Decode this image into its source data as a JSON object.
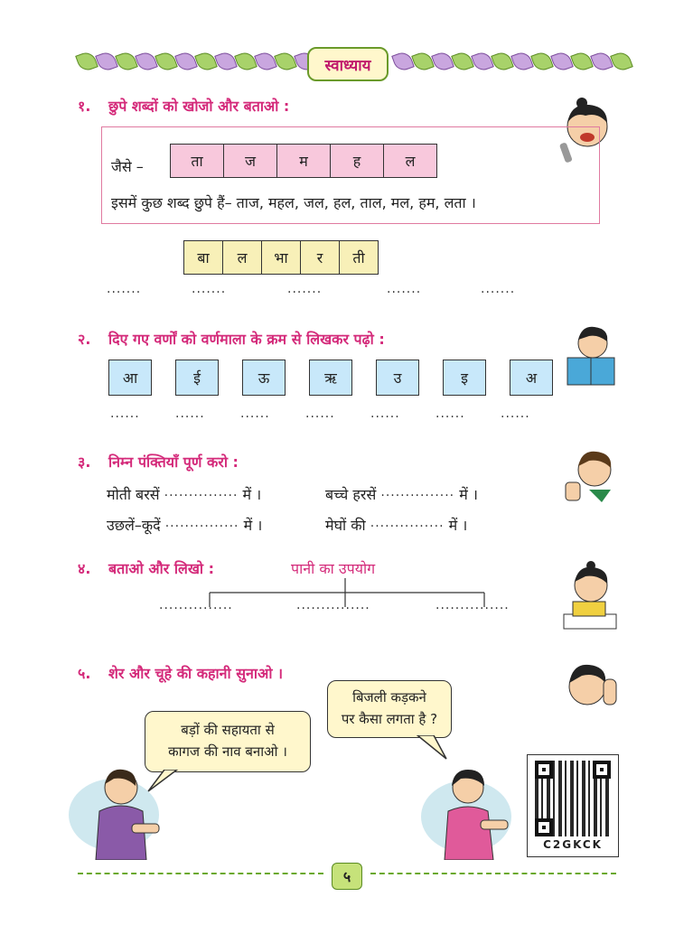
{
  "header": {
    "title": "स्वाध्याय"
  },
  "q1": {
    "number": "१.",
    "title": "छुपे शब्दों को खोजो और बताओ :",
    "example_label": "जैसे –",
    "example_cells": [
      "ता",
      "ज",
      "म",
      "ह",
      "ल"
    ],
    "hidden_words_line": "इसमें कुछ शब्द छुपे हैं– ताज, महल, जल, हल, ताल, मल, हम, लता ।",
    "word_cells": [
      "बा",
      "ल",
      "भा",
      "र",
      "ती"
    ],
    "blanks": [
      "·······",
      "·······",
      "·······",
      "·······",
      "·······"
    ]
  },
  "q2": {
    "number": "२.",
    "title": "दिए गए वर्णों को वर्णमाला के क्रम से लिखकर पढ़ो :",
    "letters": [
      "आ",
      "ई",
      "ऊ",
      "ऋ",
      "उ",
      "इ",
      "अ"
    ],
    "blanks": [
      "······",
      "······",
      "······",
      "······",
      "······",
      "······",
      "······"
    ]
  },
  "q3": {
    "number": "३.",
    "title": "निम्न पंक्तियाँ पूर्ण करो :",
    "lines": [
      {
        "a": "मोती बरसें",
        "a_end": "में ।",
        "b": "बच्चे हरसें",
        "b_end": "में ।"
      },
      {
        "a": "उछलें–कूदें",
        "a_end": "में ।",
        "b": "मेघों की",
        "b_end": "में ।"
      }
    ],
    "dots": "···············"
  },
  "q4": {
    "number": "४.",
    "title": "बताओ और लिखो :",
    "center_label": "पानी का उपयोग",
    "blanks": [
      "···············",
      "···············",
      "···············"
    ]
  },
  "q5": {
    "number": "५.",
    "title": "शेर और चूहे की कहानी सुनाओ ।"
  },
  "bubbles": {
    "boy": "बड़ों की सहायता से\nकागज की नाव बनाओ ।",
    "girl": "बिजली कड़कने\nपर कैसा लगता है ?"
  },
  "qr": {
    "code": "C2GKCK"
  },
  "footer": {
    "page_number": "५"
  },
  "colors": {
    "heading": "#d42a7a",
    "pink_cell": "#f8c8dc",
    "yellow_cell": "#f8f0b8",
    "blue_cell": "#c8e8fa",
    "border_green": "#6a9a2a"
  }
}
